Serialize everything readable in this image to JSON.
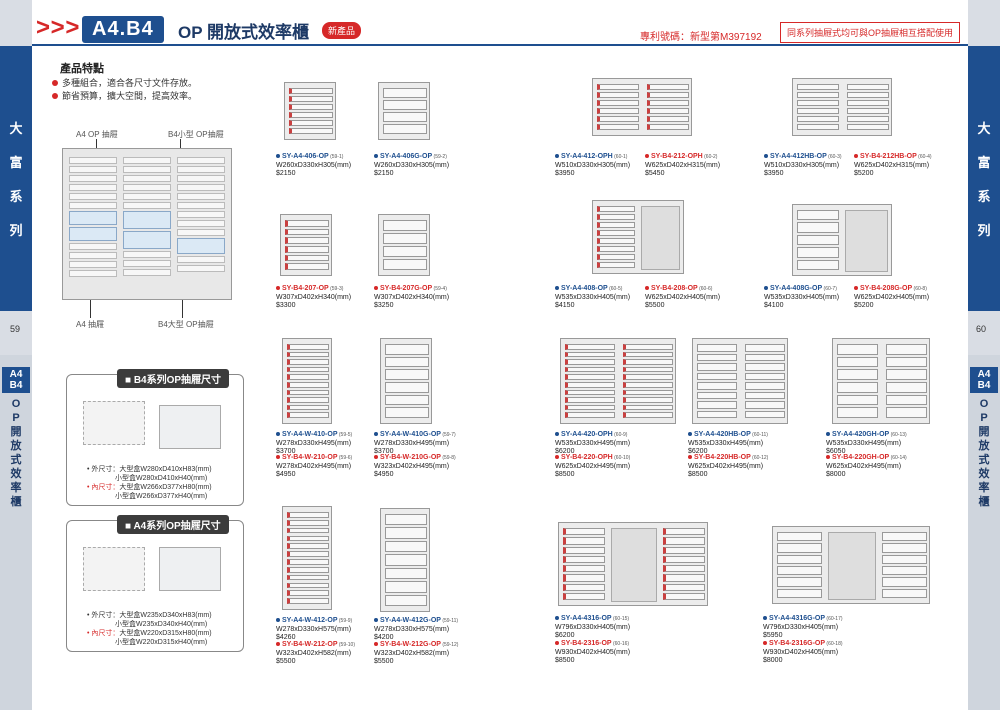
{
  "header": {
    "arrows": "> > >",
    "series_code": "A4.B4",
    "title": "OP 開放式效率櫃",
    "new_badge": "新產品",
    "patent": "專利號碼：新型第M397192",
    "compat_note": "同系列抽屜式均可與OP抽屜相互搭配使用"
  },
  "side": {
    "left_chars": [
      "大",
      "富",
      "系",
      "列"
    ],
    "right_chars": [
      "大",
      "富",
      "系",
      "列"
    ],
    "page_left": "59",
    "page_right": "60",
    "series_tag": [
      "A4",
      "B4"
    ],
    "series_chars": [
      "O",
      "P",
      "開",
      "放",
      "式",
      "效",
      "率",
      "櫃"
    ],
    "series_chars_right": [
      "O",
      "P",
      "開",
      "放",
      "式",
      "效",
      "率",
      "櫃"
    ]
  },
  "features": {
    "title": "產品特點",
    "items": [
      "多種組合，適合各尺寸文件存放。",
      "節省預算，擴大空間，提高效率。"
    ]
  },
  "callouts": {
    "a4_op": "A4 OP 抽屜",
    "b4_small_op": "B4小型 OP抽屜",
    "a4_drawer": "A4 抽屜",
    "b4_large_op": "B4大型 OP抽屜"
  },
  "b4_size": {
    "title": "B4系列OP抽屜尺寸",
    "outer_label": "外尺寸：",
    "outer_large": "大型盒W280xD410xH83(mm)",
    "outer_small": "小型盒W280xD410xH40(mm)",
    "inner_label": "內尺寸：",
    "inner_large": "大型盒W266xD377xH80(mm)",
    "inner_small": "小型盒W266xD377xH40(mm)"
  },
  "a4_size": {
    "title": "A4系列OP抽屜尺寸",
    "outer_label": "外尺寸：",
    "outer_large": "大型盒W235xD340xH83(mm)",
    "outer_small": "小型盒W235xD340xH40(mm)",
    "inner_label": "內尺寸：",
    "inner_large": "大型盒W220xD315xH80(mm)",
    "inner_small": "小型盒W220xD315xH40(mm)"
  },
  "products": [
    {
      "code": "SY-A4-406-OP",
      "sub": "(59-1)",
      "dim": "W260xD330xH305(mm)",
      "price": "$2150",
      "series": "a4"
    },
    {
      "code": "SY-A4-406G-OP",
      "sub": "(59-2)",
      "dim": "W260xD330xH305(mm)",
      "price": "$2150",
      "series": "a4"
    },
    {
      "code": "SY-B4-207-OP",
      "sub": "(59-3)",
      "dim": "W307xD402xH340(mm)",
      "price": "$3300",
      "series": "b4"
    },
    {
      "code": "SY-B4-207G-OP",
      "sub": "(59-4)",
      "dim": "W307xD402xH340(mm)",
      "price": "$3250",
      "series": "b4"
    },
    {
      "code": "SY-A4-W-410-OP",
      "sub": "(59-5)",
      "dim": "W278xD330xH495(mm)",
      "price": "$3700",
      "series": "a4"
    },
    {
      "code": "SY-A4-W-410G-OP",
      "sub": "(59-7)",
      "dim": "W278xD330xH495(mm)",
      "price": "$3700",
      "series": "a4"
    },
    {
      "code": "SY-B4-W-210-OP",
      "sub": "(59-6)",
      "dim": "W278xD402xH495(mm)",
      "price": "$4950",
      "series": "b4"
    },
    {
      "code": "SY-B4-W-210G-OP",
      "sub": "(59-8)",
      "dim": "W323xD402xH495(mm)",
      "price": "$4950",
      "series": "b4"
    },
    {
      "code": "SY-A4-W-412-OP",
      "sub": "(59-9)",
      "dim": "W278xD330xH575(mm)",
      "price": "$4260",
      "series": "a4"
    },
    {
      "code": "SY-A4-W-412G-OP",
      "sub": "(59-11)",
      "dim": "W278xD330xH575(mm)",
      "price": "$4200",
      "series": "a4"
    },
    {
      "code": "SY-B4-W-212-OP",
      "sub": "(59-10)",
      "dim": "W323xD402xH582(mm)",
      "price": "$5500",
      "series": "b4"
    },
    {
      "code": "SY-B4-W-212G-OP",
      "sub": "(59-12)",
      "dim": "W323xD402xH582(mm)",
      "price": "$5500",
      "series": "b4"
    },
    {
      "code": "SY-A4-412-OPH",
      "sub": "(60-1)",
      "dim": "W510xD330xH305(mm)",
      "price": "$3950",
      "series": "a4"
    },
    {
      "code": "SY-B4-212-OPH",
      "sub": "(60-2)",
      "dim": "W625xD402xH315(mm)",
      "price": "$5450",
      "series": "b4"
    },
    {
      "code": "SY-A4-412HB-OP",
      "sub": "(60-3)",
      "dim": "W510xD330xH305(mm)",
      "price": "$3950",
      "series": "a4"
    },
    {
      "code": "SY-B4-212HB-OP",
      "sub": "(60-4)",
      "dim": "W625xD402xH315(mm)",
      "price": "$5200",
      "series": "b4"
    },
    {
      "code": "SY-A4-408-OP",
      "sub": "(60-5)",
      "dim": "W535xD330xH405(mm)",
      "price": "$4150",
      "series": "a4"
    },
    {
      "code": "SY-B4-208-OP",
      "sub": "(60-6)",
      "dim": "W625xD402xH405(mm)",
      "price": "$5500",
      "series": "b4"
    },
    {
      "code": "SY-A4-408G-OP",
      "sub": "(60-7)",
      "dim": "W535xD330xH405(mm)",
      "price": "$4100",
      "series": "a4"
    },
    {
      "code": "SY-B4-208G-OP",
      "sub": "(60-8)",
      "dim": "W625xD402xH405(mm)",
      "price": "$5200",
      "series": "b4"
    },
    {
      "code": "SY-A4-420-OPH",
      "sub": "(60-9)",
      "dim": "W535xD330xH495(mm)",
      "price": "$6200",
      "series": "a4"
    },
    {
      "code": "SY-B4-220-OPH",
      "sub": "(60-10)",
      "dim": "W625xD402xH495(mm)",
      "price": "$8500",
      "series": "b4"
    },
    {
      "code": "SY-A4-420HB-OP",
      "sub": "(60-11)",
      "dim": "W535xD330xH495(mm)",
      "price": "$6200",
      "series": "a4"
    },
    {
      "code": "SY-B4-220HB-OP",
      "sub": "(60-12)",
      "dim": "W625xD402xH495(mm)",
      "price": "$8500",
      "series": "b4"
    },
    {
      "code": "SY-A4-420GH-OP",
      "sub": "(60-13)",
      "dim": "W535xD330xH495(mm)",
      "price": "$6050",
      "series": "a4"
    },
    {
      "code": "SY-B4-220GH-OP",
      "sub": "(60-14)",
      "dim": "W625xD402xH495(mm)",
      "price": "$8000",
      "series": "b4"
    },
    {
      "code": "SY-A4-4316-OP",
      "sub": "(60-15)",
      "dim": "W796xD330xH405(mm)",
      "price": "$6200",
      "series": "a4"
    },
    {
      "code": "SY-B4-2316-OP",
      "sub": "(60-16)",
      "dim": "W930xD402xH405(mm)",
      "price": "$8500",
      "series": "b4"
    },
    {
      "code": "SY-A4-4316G-OP",
      "sub": "(60-17)",
      "dim": "W796xD330xH405(mm)",
      "price": "$5950",
      "series": "a4"
    },
    {
      "code": "SY-B4-2316G-OP",
      "sub": "(60-18)",
      "dim": "W930xD402xH405(mm)",
      "price": "$8000",
      "series": "b4"
    }
  ]
}
